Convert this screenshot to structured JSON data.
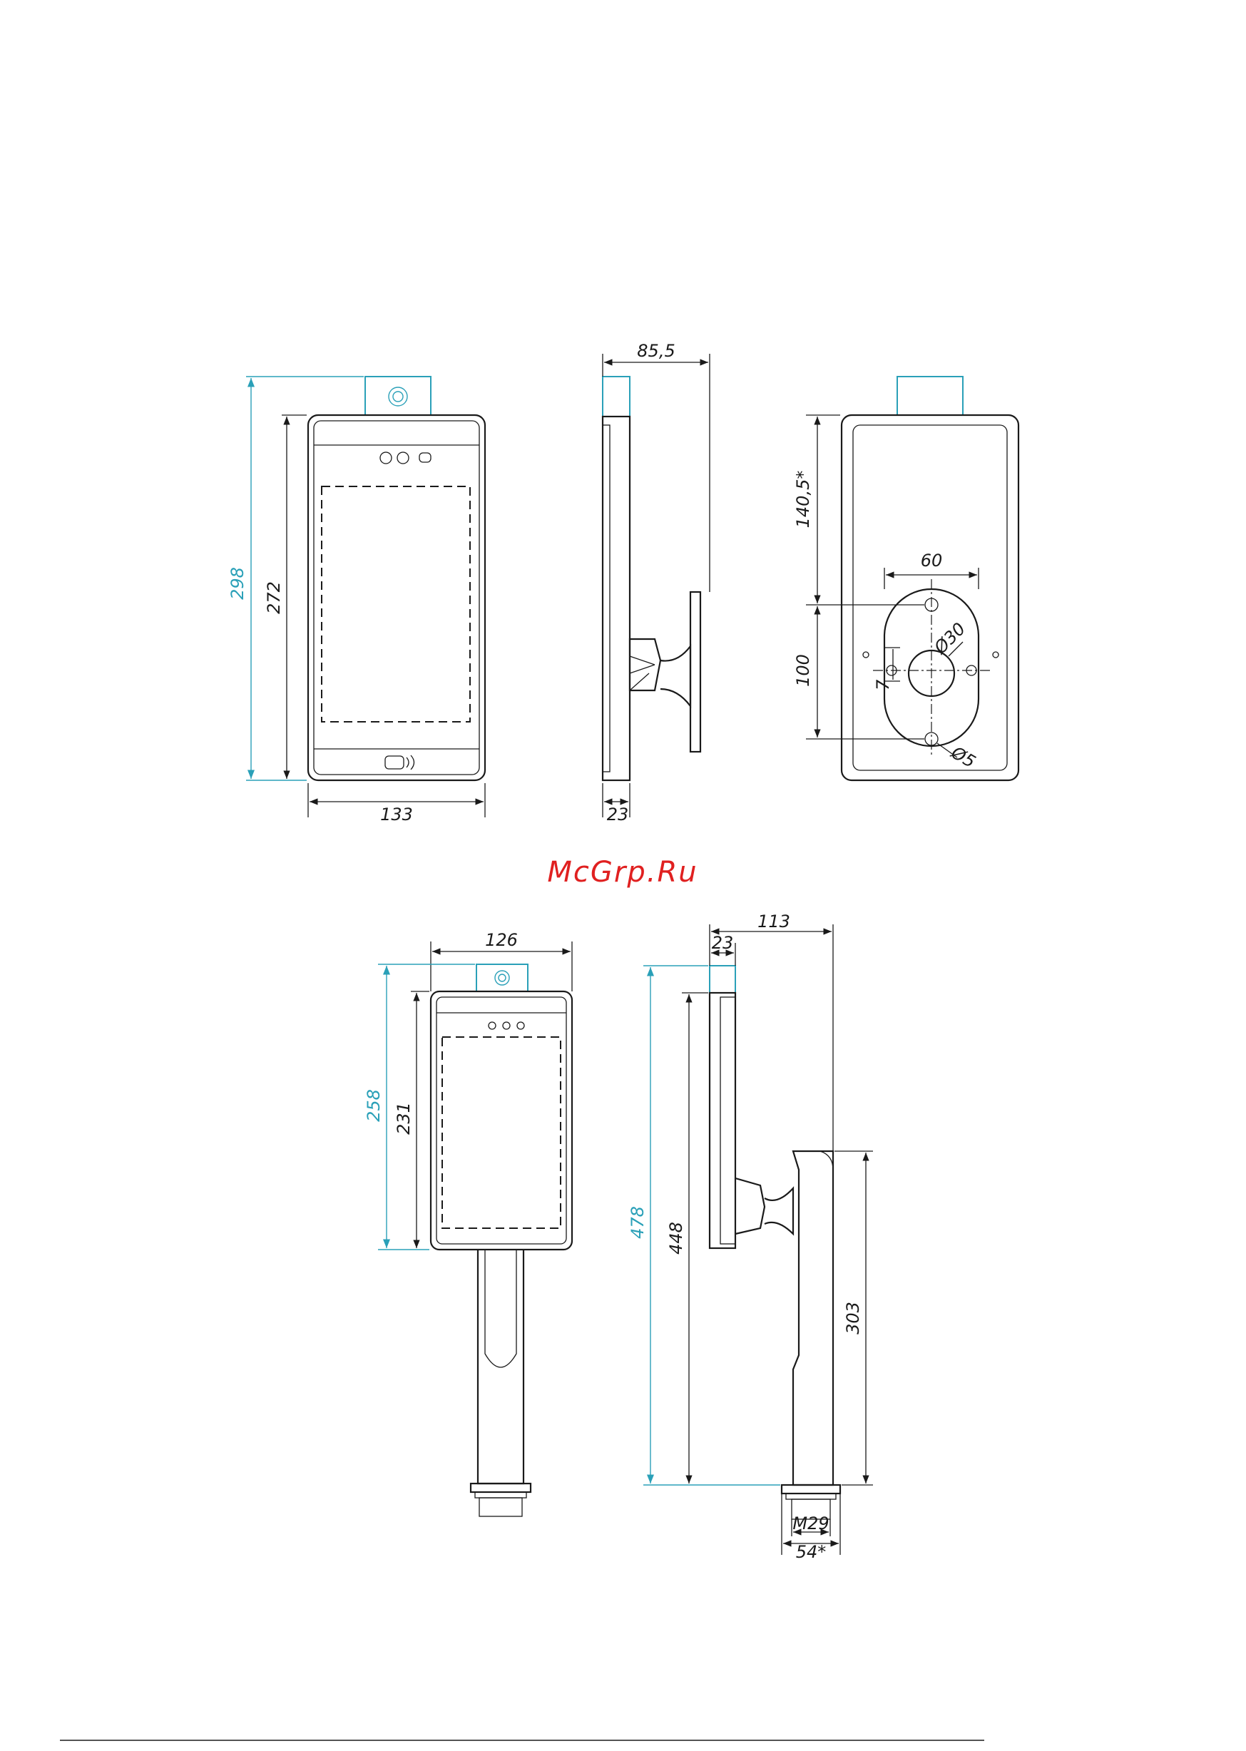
{
  "watermark": "McGrp.Ru",
  "colors": {
    "line": "#1a1a1a",
    "accent_dim": "#2aa0b8",
    "watermark": "#e02020"
  },
  "views": {
    "front_top": {
      "height_total": "298",
      "height_body": "272",
      "width": "133"
    },
    "side_top": {
      "depth": "85,5",
      "thickness": "23"
    },
    "back_top": {
      "upper_offset": "140,5*",
      "hole_spacing": "100",
      "plate_width": "60",
      "center_hole": "Ø30",
      "slot": "7",
      "screw_hole": "Ø5"
    },
    "front_bottom": {
      "width": "126",
      "height_total": "258",
      "height_body": "231"
    },
    "side_bottom": {
      "depth": "113",
      "thickness": "23",
      "height_total": "478",
      "height_body": "448",
      "pole_height": "303",
      "thread": "M29",
      "base_width": "54*"
    }
  }
}
